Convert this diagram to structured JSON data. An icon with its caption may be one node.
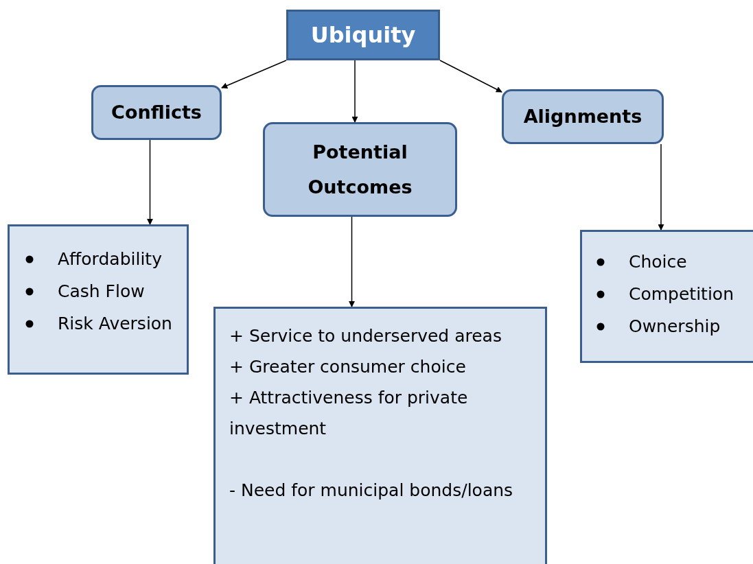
{
  "diagram": {
    "nodes": [
      {
        "text": [
          "Ubiquity"
        ]
      },
      {
        "text": [
          "Conflicts"
        ]
      },
      {
        "text": [
          "Potential Outcomes"
        ]
      },
      {
        "text": [
          "Alignments"
        ]
      },
      {
        "text": [
          "Affordability",
          "Cash Flow",
          "Risk Aversion"
        ]
      },
      {
        "text": [
          "+ Service to underserved areas",
          "+ Greater consumer choice",
          "+ Attractiveness for private investment",
          "- Need for municipal bonds/loans"
        ]
      },
      {
        "text": [
          "Choice",
          "Competition",
          "Ownership"
        ]
      }
    ],
    "edges": [
      {
        "from": 0,
        "to": 1,
        "arrow": "to"
      },
      {
        "from": 0,
        "to": 2,
        "arrow": "to"
      },
      {
        "from": 0,
        "to": 3,
        "arrow": "to"
      },
      {
        "from": 1,
        "to": 4,
        "arrow": "to"
      },
      {
        "from": 2,
        "to": 5,
        "arrow": "to"
      },
      {
        "from": 3,
        "to": 6,
        "arrow": "to"
      }
    ]
  }
}
